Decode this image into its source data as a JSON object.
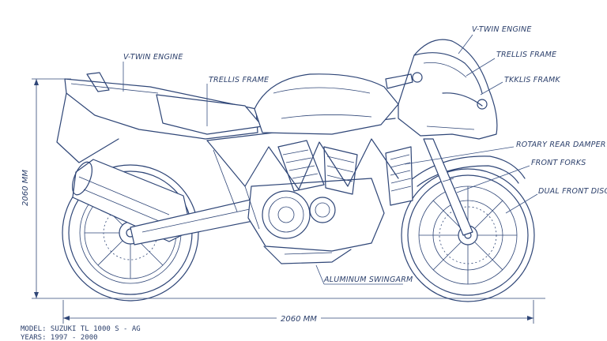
{
  "labels": {
    "vtwin_top": "V-TWIN ENGINE",
    "trellis_top": "TRELLIS FRAME",
    "trellis_mis": "TKKLIS FRAMK",
    "vtwin_left": "V-TWIN ENGINE",
    "trellis_left": "TRELLIS FRAME",
    "rotary_damper": "ROTARY REAR DAMPER",
    "front_forks": "FRONT FORKS",
    "front_discs": "DUAL FRONT DISCS",
    "swingarm": "ALUMINUM SWINGARM"
  },
  "dimensions": {
    "height": "2060 MM",
    "length": "2060 MM"
  },
  "meta": {
    "model": "MODEL:  SUZUKI  TL  1000  S  -  AG",
    "years": "YEARS:  1997 - 2000"
  }
}
